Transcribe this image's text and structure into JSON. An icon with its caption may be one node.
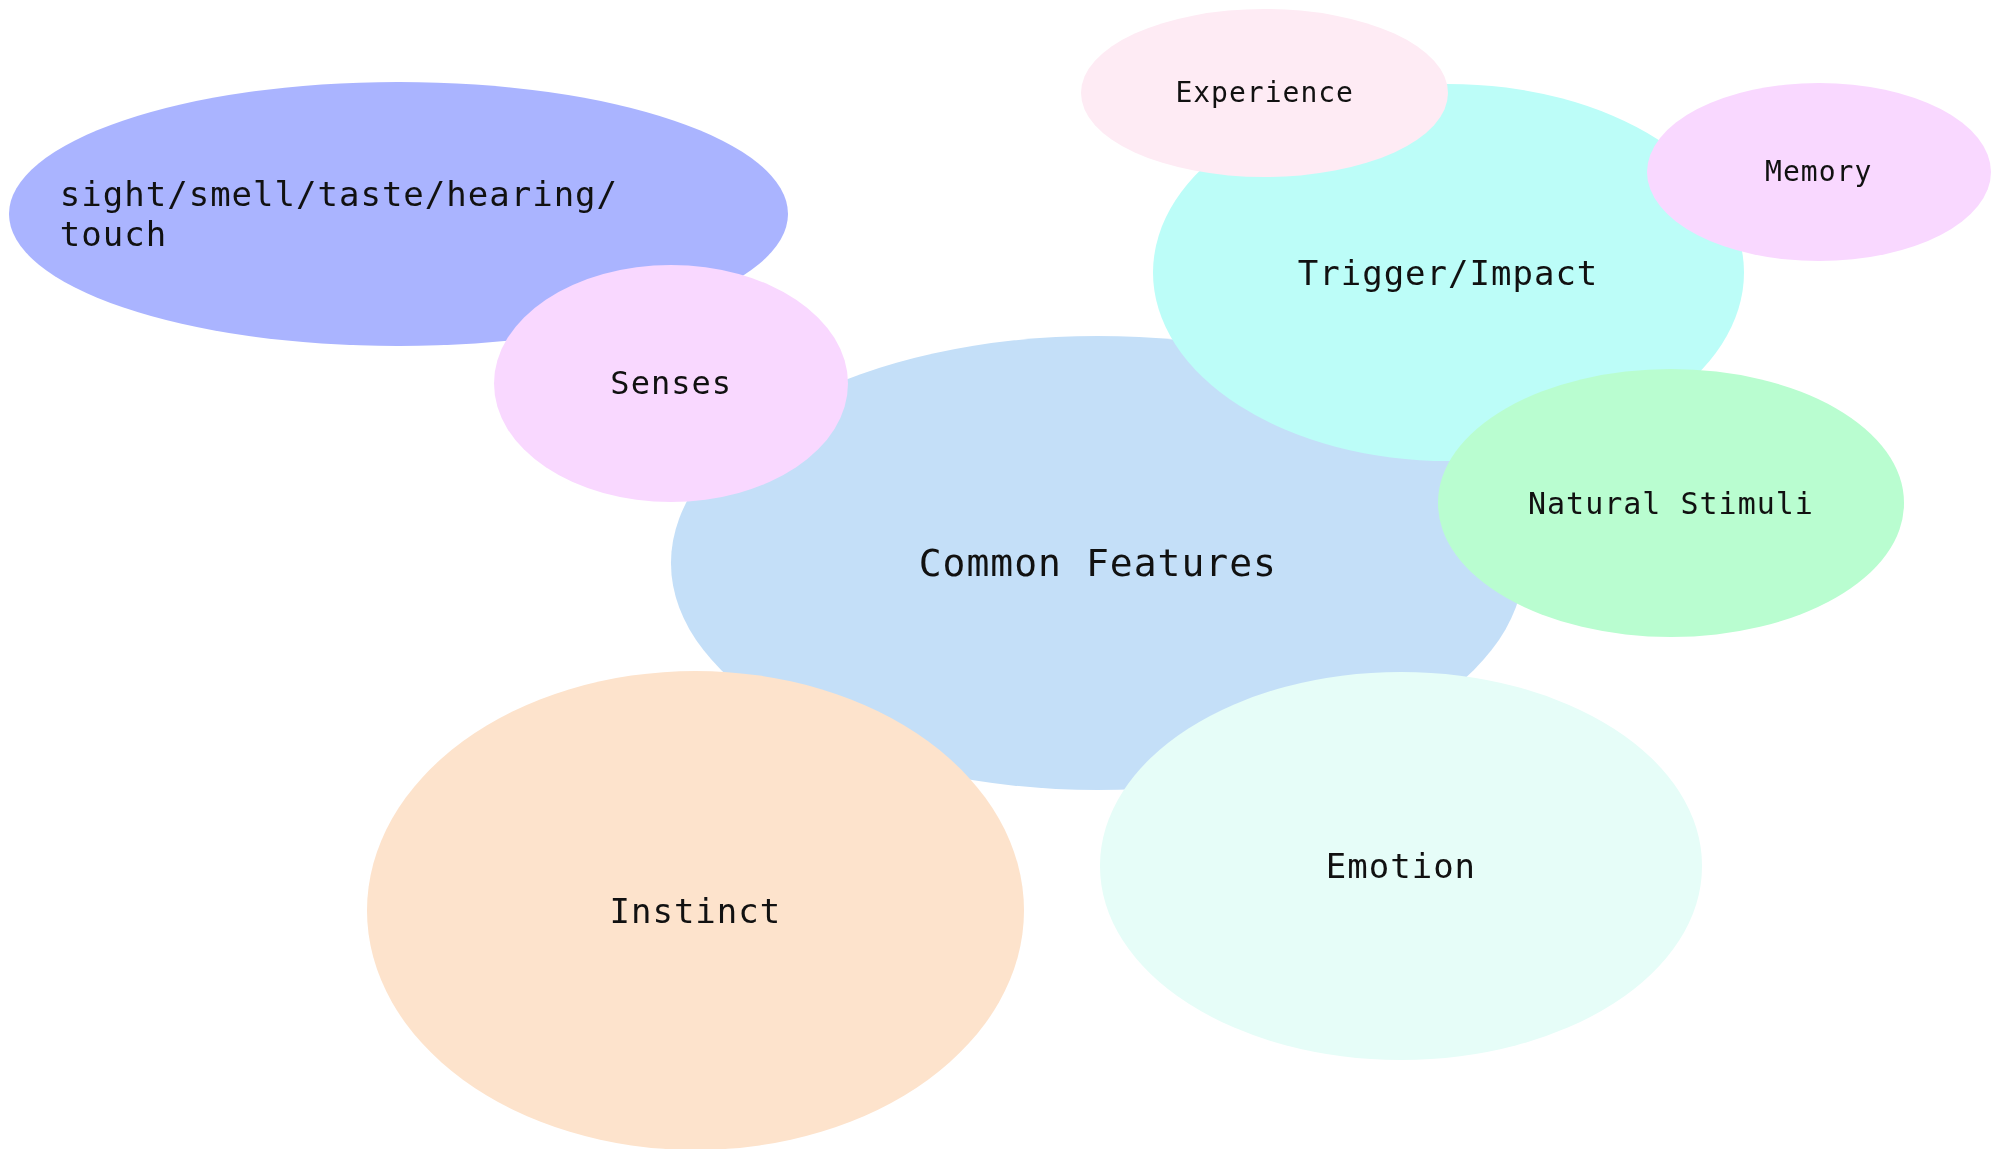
{
  "diagram": {
    "nodes": [
      {
        "text": [
          "sight/smell/taste/hearing/ touch"
        ]
      },
      {
        "text": [
          "Experience"
        ]
      },
      {
        "text": [
          "Memory"
        ]
      },
      {
        "text": [
          "Trigger/Impact"
        ]
      },
      {
        "text": [
          "Senses"
        ]
      },
      {
        "text": [
          "Natural Stimuli"
        ]
      },
      {
        "text": [
          "Common Features"
        ]
      },
      {
        "text": [
          "Emotion"
        ]
      },
      {
        "text": [
          "Instinct"
        ]
      }
    ]
  }
}
